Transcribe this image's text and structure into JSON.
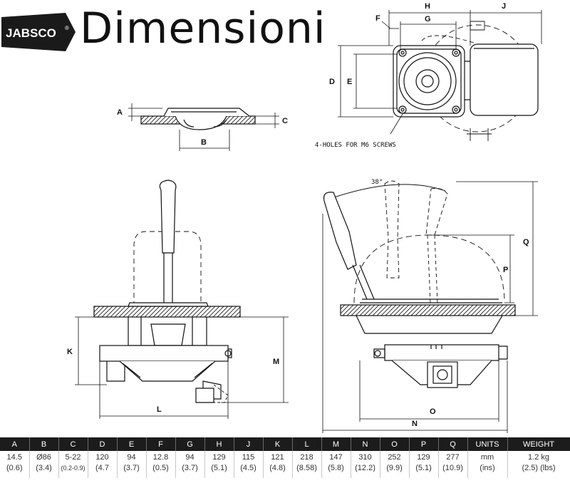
{
  "brand": {
    "logo_text": "JABSCO",
    "registered_mark": "®"
  },
  "title": "Dimensioni",
  "drawing": {
    "dimension_letters": [
      "A",
      "B",
      "C",
      "D",
      "E",
      "F",
      "G",
      "H",
      "J",
      "K",
      "L",
      "M",
      "N",
      "O",
      "P",
      "Q"
    ],
    "angle_note": "38°",
    "holes_note": "4-HOLES FOR M6 SCREWS"
  },
  "table": {
    "columns": [
      {
        "key": "A",
        "mm": "14.5",
        "inch": "(0.6)"
      },
      {
        "key": "B",
        "mm": "Ø86",
        "inch": "(3.4)"
      },
      {
        "key": "C",
        "mm": "5-22",
        "inch": "(0.2-0.9)"
      },
      {
        "key": "D",
        "mm": "120",
        "inch": "(4.7"
      },
      {
        "key": "E",
        "mm": "94",
        "inch": "(3.7)"
      },
      {
        "key": "F",
        "mm": "12.8",
        "inch": "(0.5)"
      },
      {
        "key": "G",
        "mm": "94",
        "inch": "(3.7)"
      },
      {
        "key": "H",
        "mm": "129",
        "inch": "(5.1)"
      },
      {
        "key": "J",
        "mm": "115",
        "inch": "(4.5)"
      },
      {
        "key": "K",
        "mm": "121",
        "inch": "(4.8)"
      },
      {
        "key": "L",
        "mm": "218",
        "inch": "(8.58)"
      },
      {
        "key": "M",
        "mm": "147",
        "inch": "(5.8)"
      },
      {
        "key": "N",
        "mm": "310",
        "inch": "(12.2)"
      },
      {
        "key": "O",
        "mm": "252",
        "inch": "(9.9)"
      },
      {
        "key": "P",
        "mm": "129",
        "inch": "(5.1)"
      },
      {
        "key": "Q",
        "mm": "277",
        "inch": "(10.9)"
      },
      {
        "key": "UNITS",
        "mm": "mm",
        "inch": "(ins)"
      },
      {
        "key": "WEIGHT",
        "mm": "1.2 kg",
        "inch": "(2.5) (lbs)"
      }
    ]
  }
}
